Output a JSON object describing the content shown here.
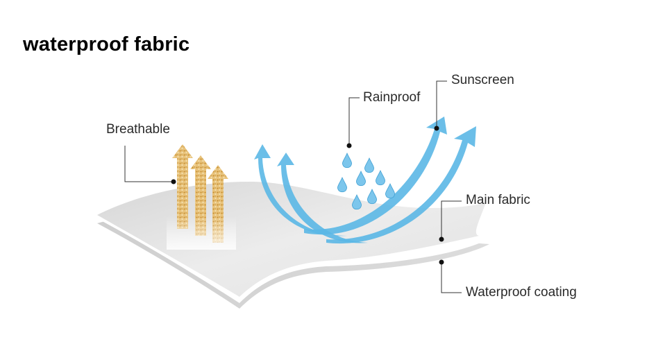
{
  "title": "waterproof fabric",
  "labels": {
    "breathable": "Breathable",
    "rainproof": "Rainproof",
    "sunscreen": "Sunscreen",
    "main_fabric": "Main fabric",
    "waterproof_coating": "Waterproof coating"
  },
  "colors": {
    "breathable_arrow": "#d9a441",
    "airflow_arrow": "#5bb8e6",
    "droplet": "#7cc6ec",
    "fabric": "#e4e4e4",
    "coating": "#d8d8d8",
    "leader_line": "#333333"
  }
}
